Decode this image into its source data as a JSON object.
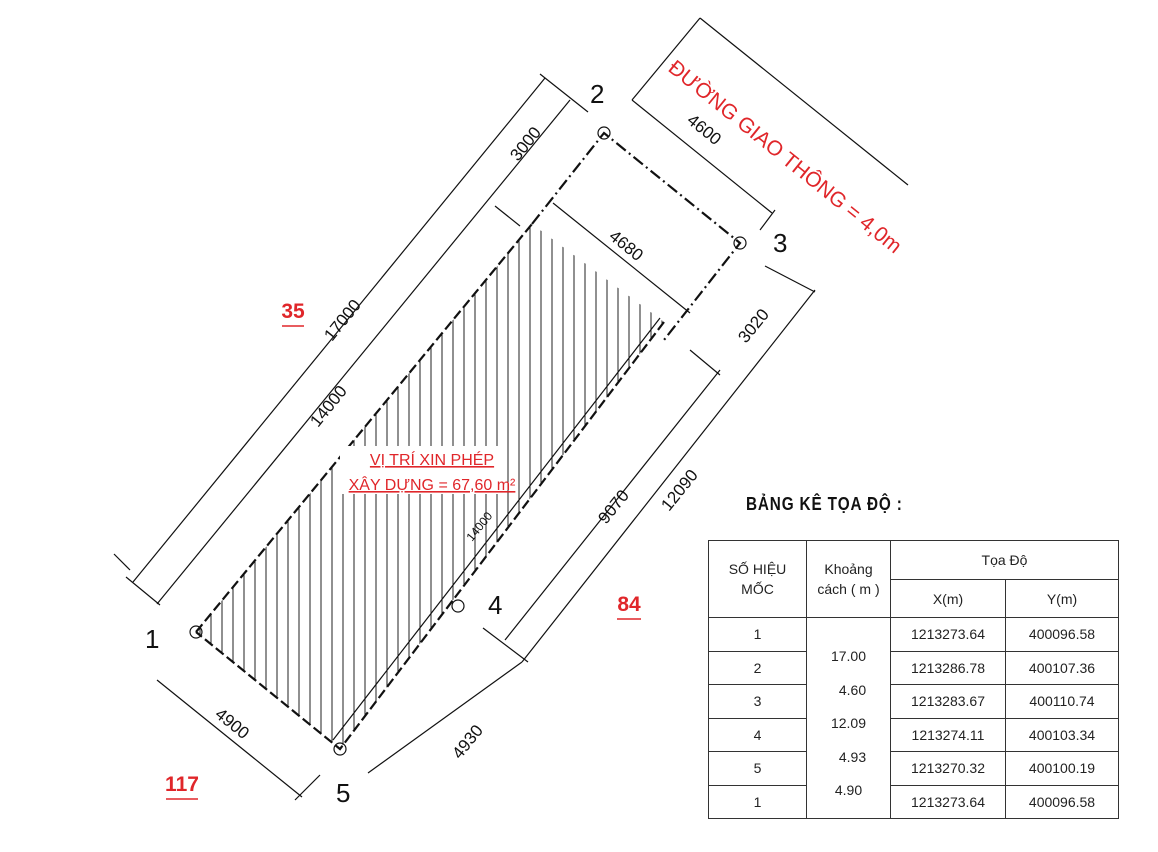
{
  "drawing": {
    "points": {
      "p1": "1",
      "p2": "2",
      "p3": "3",
      "p4": "4",
      "p5": "5"
    },
    "dimensions": {
      "d17000": "17000",
      "d14000_left": "14000",
      "d3000": "3000",
      "d4600": "4600",
      "d4680": "4680",
      "d3020": "3020",
      "d12090": "12090",
      "d9070": "9070",
      "d4930": "4930",
      "d4900": "4900",
      "d14000_inner": "14000"
    },
    "road_label": "ĐƯỜNG GIAO THÔNG = 4,0m",
    "area_label_1": "VỊ TRÍ XIN PHÉP",
    "area_label_2": "XÂY DỰNG = 67,60 m²",
    "parcels": {
      "left": "35",
      "right": "84",
      "bottom": "117"
    },
    "colors": {
      "accent": "#e0262a",
      "line": "#111111"
    }
  },
  "table": {
    "title": "BẢNG KÊ TỌA ĐỘ :",
    "headers": {
      "marker": "SỐ HIỆU MỐC",
      "distance": "Khoảng cách ( m )",
      "coords": "Tọa Độ",
      "x": "X(m)",
      "y": "Y(m)"
    },
    "rows": [
      {
        "id": "1",
        "x": "1213273.64",
        "y": "400096.58"
      },
      {
        "id": "2",
        "x": "1213286.78",
        "y": "400107.36"
      },
      {
        "id": "3",
        "x": "1213283.67",
        "y": "400110.74"
      },
      {
        "id": "4",
        "x": "1213274.11",
        "y": "400103.34"
      },
      {
        "id": "5",
        "x": "1213270.32",
        "y": "400100.19"
      },
      {
        "id": "1",
        "x": "1213273.64",
        "y": "400096.58"
      }
    ],
    "distances": [
      "17.00",
      "4.60",
      "12.09",
      "4.93",
      "4.90"
    ]
  }
}
